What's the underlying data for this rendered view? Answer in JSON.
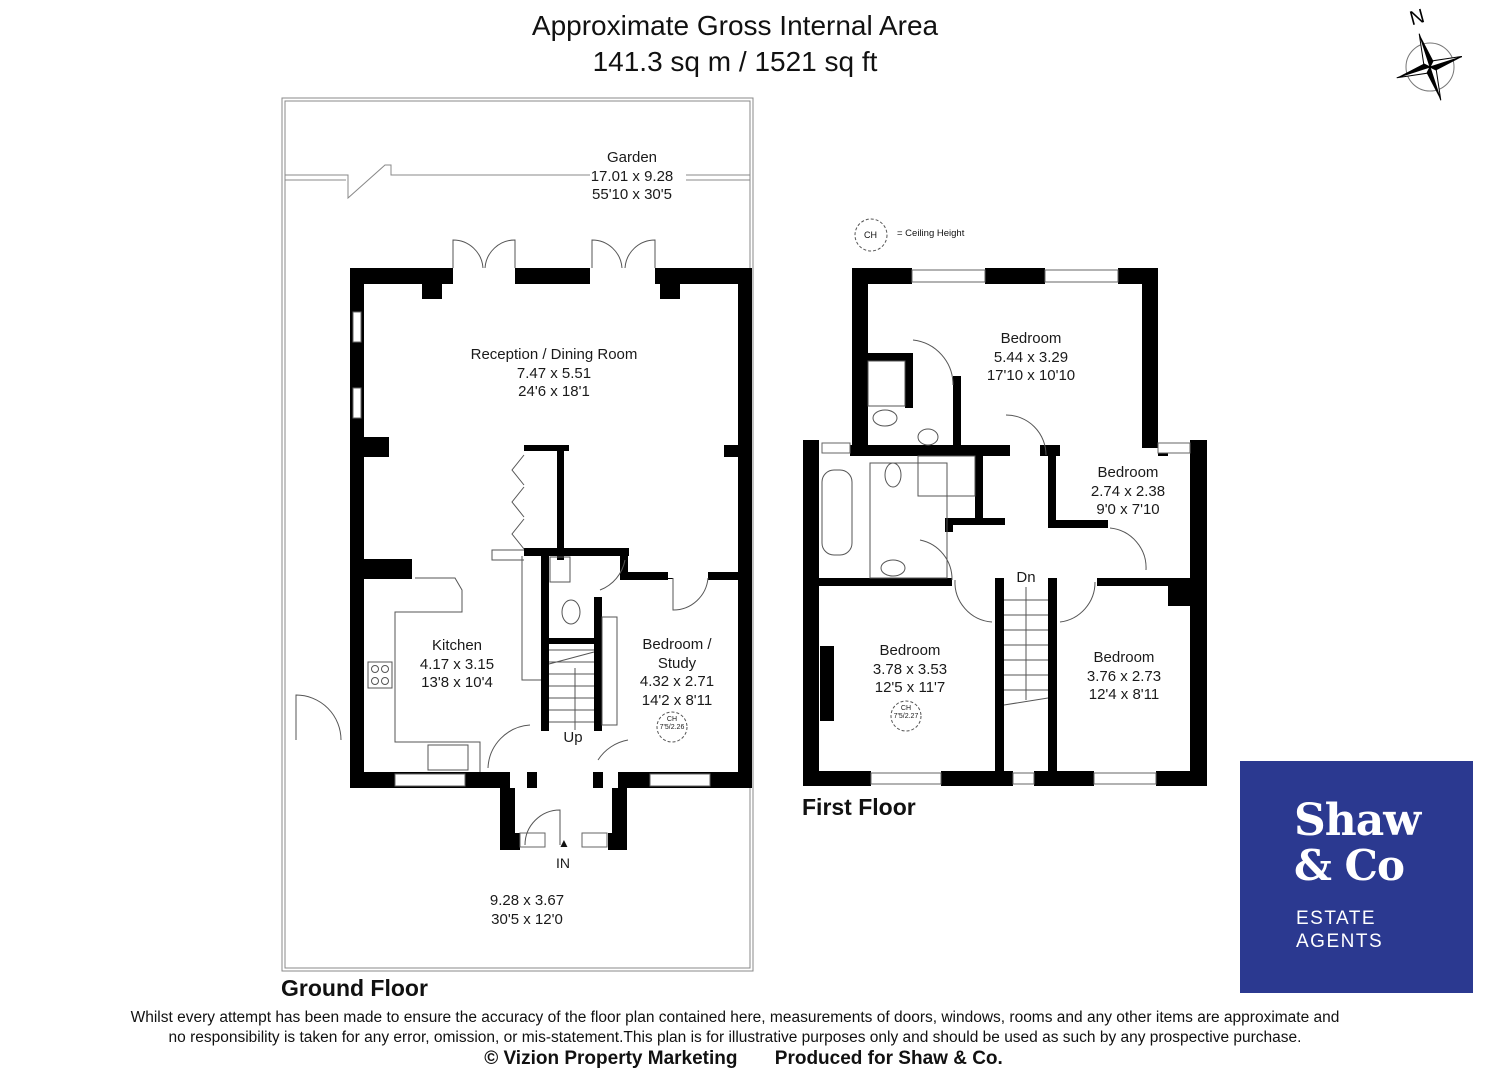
{
  "header": {
    "title_line1": "Approximate Gross Internal Area",
    "title_line2": "141.3 sq m / 1521 sq ft"
  },
  "compass": {
    "icon": "compass-rose-icon",
    "north_label": "N"
  },
  "legend": {
    "ch_symbol": "CH",
    "ch_meaning": "= Ceiling Height"
  },
  "ground_floor": {
    "label": "Ground Floor",
    "rooms": [
      {
        "name": "Garden",
        "metric": "17.01 x 9.28",
        "imperial": "55'10 x 30'5"
      },
      {
        "name": "Reception / Dining Room",
        "metric": "7.47 x 5.51",
        "imperial": "24'6 x 18'1"
      },
      {
        "name": "Kitchen",
        "metric": "4.17 x 3.15",
        "imperial": "13'8 x 10'4"
      },
      {
        "name_line1": "Bedroom /",
        "name_line2": "Study",
        "metric": "4.32 x 2.71",
        "imperial": "14'2 x 8'11",
        "ceiling_height": "7'5/2.26"
      },
      {
        "name": "",
        "metric": "9.28 x 3.67",
        "imperial": "30'5 x 12'0"
      }
    ],
    "stairs_label": "Up",
    "entrance_label": "IN"
  },
  "first_floor": {
    "label": "First Floor",
    "rooms": [
      {
        "name": "Bedroom",
        "metric": "5.44 x 3.29",
        "imperial": "17'10 x 10'10"
      },
      {
        "name": "Bedroom",
        "metric": "2.74 x 2.38",
        "imperial": "9'0 x 7'10"
      },
      {
        "name": "Bedroom",
        "metric": "3.78 x 3.53",
        "imperial": "12'5 x 11'7",
        "ceiling_height": "7'5/2.27"
      },
      {
        "name": "Bedroom",
        "metric": "3.76 x 2.73",
        "imperial": "12'4 x 8'11"
      }
    ],
    "stairs_label": "Dn"
  },
  "logo": {
    "line1": "Shaw",
    "line2": "& Co",
    "line3": "ESTATE",
    "line4": "AGENTS",
    "bg_color": "#2b3990"
  },
  "footer": {
    "disclaimer_line1": "Whilst every attempt has been made to ensure the accuracy of the floor plan contained here, measurements of doors, windows, rooms and any other items are approximate and",
    "disclaimer_line2": "no responsibility is taken for any error, omission, or mis-statement.This plan is for illustrative purposes only and should be used as such by any prospective purchase.",
    "credit_left": "© Vizion Property Marketing",
    "credit_right": "Produced for Shaw & Co."
  },
  "colors": {
    "wall": "#000000",
    "line": "#555555",
    "brand": "#2b3990"
  }
}
